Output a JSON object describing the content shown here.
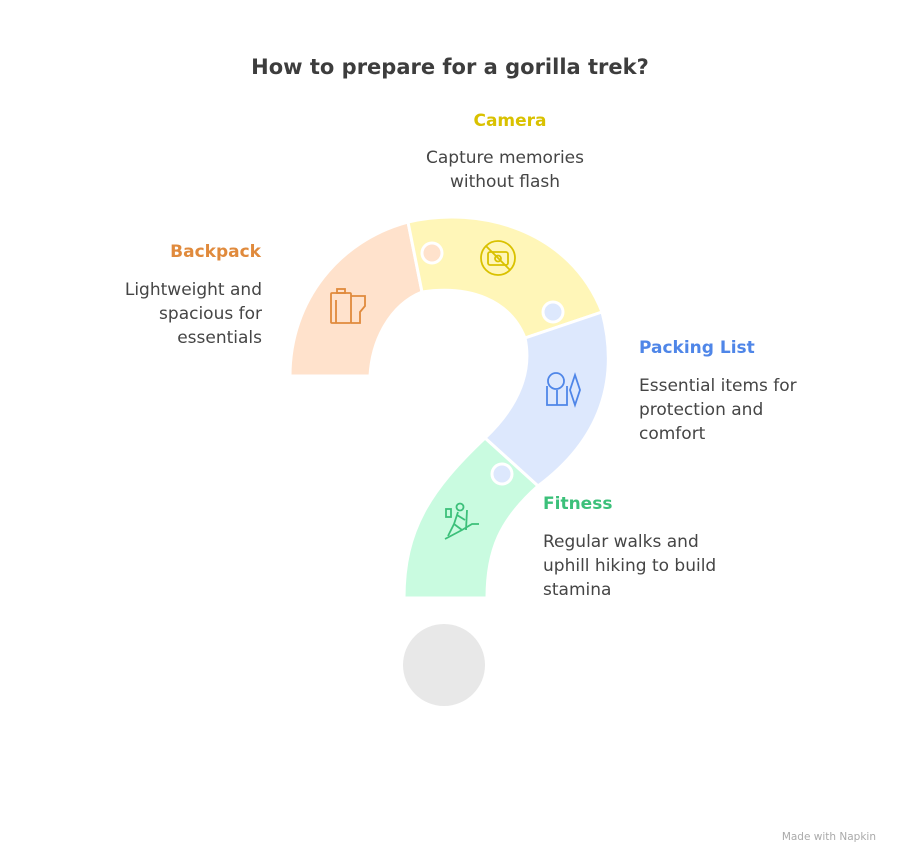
{
  "title": "How to prepare for a gorilla trek?",
  "items": [
    {
      "heading": "Camera",
      "description": "Capture memories without flash",
      "icon": "no-flash-camera-icon",
      "color": "#d9c100",
      "fill": "#fff6b8"
    },
    {
      "heading": "Backpack",
      "description": "Lightweight and spacious for essentials",
      "icon": "backpack-icon",
      "color": "#e08a3c",
      "fill": "#ffe2cc"
    },
    {
      "heading": "Packing List",
      "description": "Essential items for protection and comfort",
      "icon": "raincoat-umbrella-icon",
      "color": "#4f86e8",
      "fill": "#dde8fd"
    },
    {
      "heading": "Fitness",
      "description": "Regular walks and uphill hiking to build stamina",
      "icon": "hiker-icon",
      "color": "#3cc07a",
      "fill": "#c9fbe0"
    }
  ],
  "footer": "Made with Napkin"
}
